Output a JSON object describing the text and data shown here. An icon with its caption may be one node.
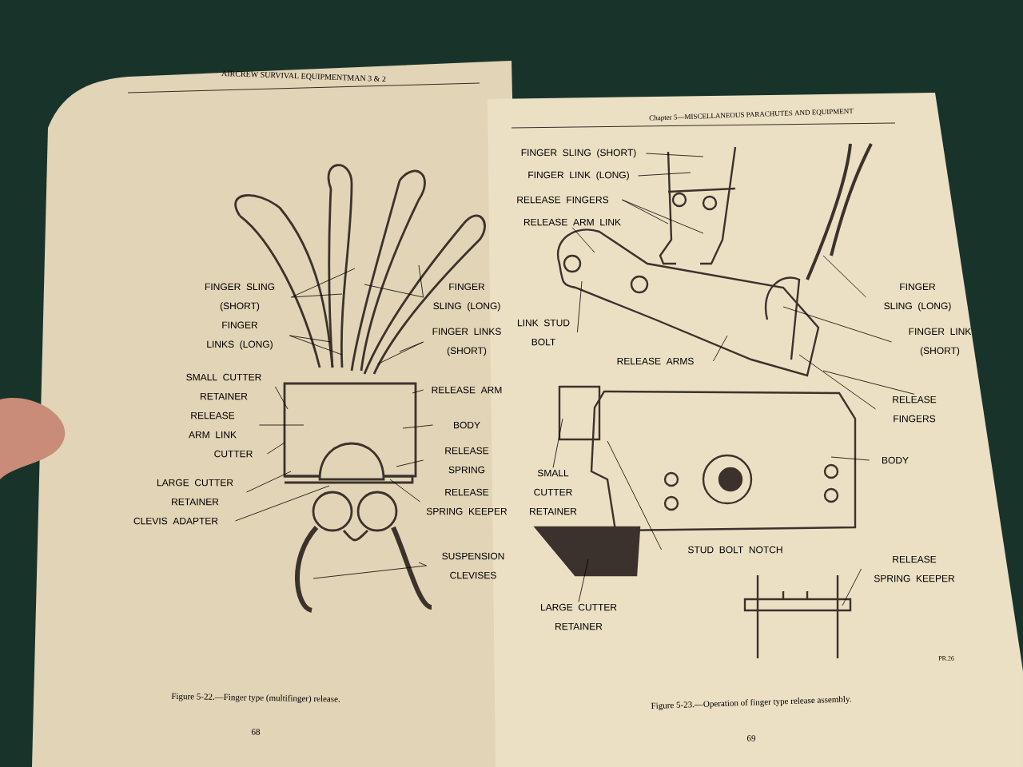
{
  "diagram": {
    "nodes": [
      {
        "text": [
          "FINGER SLING (SHORT)"
        ]
      },
      {
        "text": [
          "FINGER SLING (LONG)"
        ]
      },
      {
        "text": [
          "FINGER LINKS (LONG)"
        ]
      },
      {
        "text": [
          "FINGER LINKS (SHORT)"
        ]
      },
      {
        "text": [
          "SMALL CUTTER RETAINER"
        ]
      },
      {
        "text": [
          "RELEASE ARM LINK"
        ]
      },
      {
        "text": [
          "CUTTER"
        ]
      },
      {
        "text": [
          "LARGE CUTTER RETAINER"
        ]
      },
      {
        "text": [
          "CLEVIS ADAPTER"
        ]
      },
      {
        "text": [
          "RELEASE ARM"
        ]
      },
      {
        "text": [
          "BODY"
        ]
      },
      {
        "text": [
          "RELEASE SPRING"
        ]
      },
      {
        "text": [
          "RELEASE SPRING KEEPER"
        ]
      },
      {
        "text": [
          "SUSPENSION CLEVISES"
        ]
      },
      {
        "text": [
          "FINGER SLING (SHORT)"
        ]
      },
      {
        "text": [
          "FINGER LINK (LONG)"
        ]
      },
      {
        "text": [
          "RELEASE FINGERS"
        ]
      },
      {
        "text": [
          "RELEASE ARM LINK"
        ]
      },
      {
        "text": [
          "LINK STUD BOLT"
        ]
      },
      {
        "text": [
          "RELEASE ARMS"
        ]
      },
      {
        "text": [
          "FINGER SLING (LONG)"
        ]
      },
      {
        "text": [
          "FINGER LINK (SHORT)"
        ]
      },
      {
        "text": [
          "RELEASE FINGERS"
        ]
      },
      {
        "text": [
          "BODY"
        ]
      },
      {
        "text": [
          "SMALL CUTTER RETAINER"
        ]
      },
      {
        "text": [
          "STUD BOLT NOTCH"
        ]
      },
      {
        "text": [
          "LARGE CUTTER RETAINER"
        ]
      },
      {
        "text": [
          "RELEASE SPRING KEEPER"
        ]
      }
    ],
    "edges": [
      {
        "from": 0,
        "to": null,
        "arrow": "none"
      },
      {
        "from": 0,
        "to": null,
        "arrow": "none"
      },
      {
        "from": 1,
        "to": null,
        "arrow": "none"
      },
      {
        "from": 1,
        "to": null,
        "arrow": "none"
      },
      {
        "from": 2,
        "to": null,
        "arrow": "none"
      },
      {
        "from": 2,
        "to": null,
        "arrow": "none"
      },
      {
        "from": 3,
        "to": null,
        "arrow": "none"
      },
      {
        "from": 3,
        "to": null,
        "arrow": "none"
      },
      {
        "from": 4,
        "to": null,
        "arrow": "none"
      },
      {
        "from": 5,
        "to": null,
        "arrow": "none"
      },
      {
        "from": 6,
        "to": null,
        "arrow": "none"
      },
      {
        "from": 7,
        "to": null,
        "arrow": "none"
      },
      {
        "from": 8,
        "to": null,
        "arrow": "none"
      },
      {
        "from": 9,
        "to": null,
        "arrow": "none"
      },
      {
        "from": 10,
        "to": null,
        "arrow": "none"
      },
      {
        "from": 11,
        "to": null,
        "arrow": "none"
      },
      {
        "from": 12,
        "to": null,
        "arrow": "none"
      },
      {
        "from": 13,
        "to": null,
        "arrow": "none"
      },
      {
        "from": 13,
        "to": null,
        "arrow": "none"
      },
      {
        "from": 14,
        "to": null,
        "arrow": "none"
      },
      {
        "from": 15,
        "to": null,
        "arrow": "none"
      },
      {
        "from": 16,
        "to": null,
        "arrow": "none"
      },
      {
        "from": 16,
        "to": null,
        "arrow": "none"
      },
      {
        "from": 17,
        "to": null,
        "arrow": "none"
      },
      {
        "from": 18,
        "to": null,
        "arrow": "none"
      },
      {
        "from": 19,
        "to": null,
        "arrow": "none"
      },
      {
        "from": 20,
        "to": null,
        "arrow": "none"
      },
      {
        "from": 21,
        "to": null,
        "arrow": "none"
      },
      {
        "from": 22,
        "to": null,
        "arrow": "none"
      },
      {
        "from": 22,
        "to": null,
        "arrow": "none"
      },
      {
        "from": 23,
        "to": null,
        "arrow": "none"
      },
      {
        "from": 24,
        "to": null,
        "arrow": "none"
      },
      {
        "from": 25,
        "to": null,
        "arrow": "none"
      },
      {
        "from": 26,
        "to": null,
        "arrow": "none"
      },
      {
        "from": 27,
        "to": null,
        "arrow": "none"
      }
    ],
    "labels": [
      "AIRCREW SURVIVAL EQUIPMENTMAN 3 & 2",
      "Figure 5-22.—Finger type (multifinger) release.",
      "68",
      "Chapter 5—MISCELLANEOUS PARACHUTES AND EQUIPMENT",
      "PR.26",
      "Figure 5-23.—Operation of finger type release assembly.",
      "69"
    ]
  }
}
